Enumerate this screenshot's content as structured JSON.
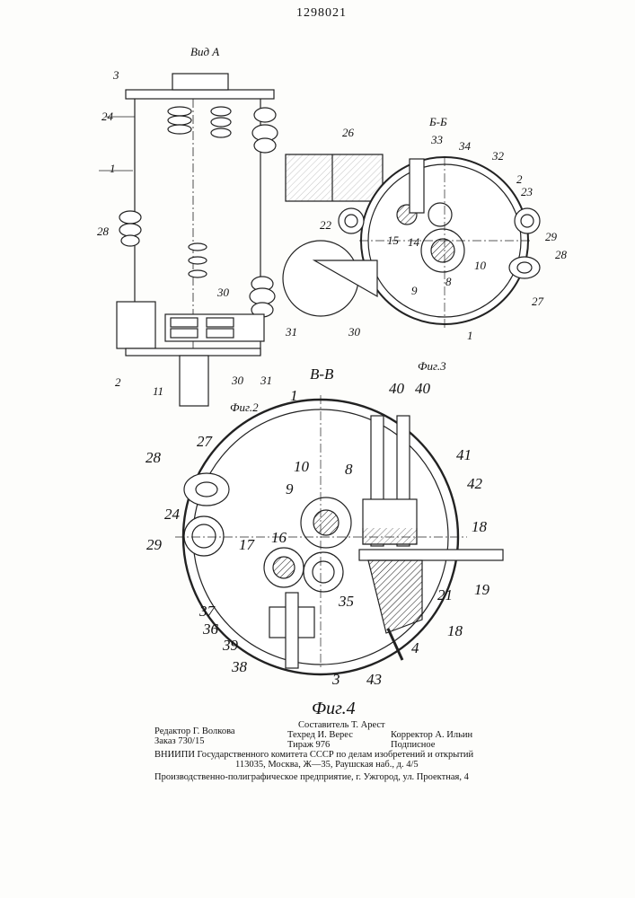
{
  "header": {
    "patent_number": "1298021"
  },
  "fig2": {
    "view_title": "Вид А",
    "caption": "Фиг.2",
    "labels": [
      "3",
      "24",
      "1",
      "28",
      "2",
      "11",
      "30",
      "30",
      "31"
    ]
  },
  "fig3": {
    "section_title": "Б-Б",
    "caption": "Фиг.3",
    "labels": [
      "26",
      "33",
      "34",
      "32",
      "2",
      "23",
      "22",
      "15",
      "14",
      "10",
      "29",
      "28",
      "9",
      "8",
      "27",
      "31",
      "30",
      "1"
    ]
  },
  "fig4": {
    "section_title": "В-В",
    "caption": "Фиг.4",
    "labels": [
      "40",
      "40",
      "1",
      "27",
      "10",
      "8",
      "41",
      "28",
      "9",
      "42",
      "24",
      "18",
      "29",
      "17",
      "16",
      "35",
      "19",
      "21",
      "37",
      "36",
      "39",
      "18",
      "4",
      "38",
      "3",
      "43"
    ]
  },
  "footer": {
    "editor": "Редактор Г. Волкова",
    "order": "Заказ 730/15",
    "compiler": "Составитель Т. Арест",
    "techred": "Техред И. Верес",
    "circulation": "Тираж 976",
    "corrector": "Корректор А. Ильин",
    "subscription": "Подписное",
    "institute": "ВНИИПИ Государственного комитета СССР по делам изобретений и открытий",
    "address": "113035, Москва, Ж—35, Раушская наб., д. 4/5",
    "printer": "Производственно-полиграфическое предприятие, г. Ужгород, ул. Проектная, 4"
  }
}
